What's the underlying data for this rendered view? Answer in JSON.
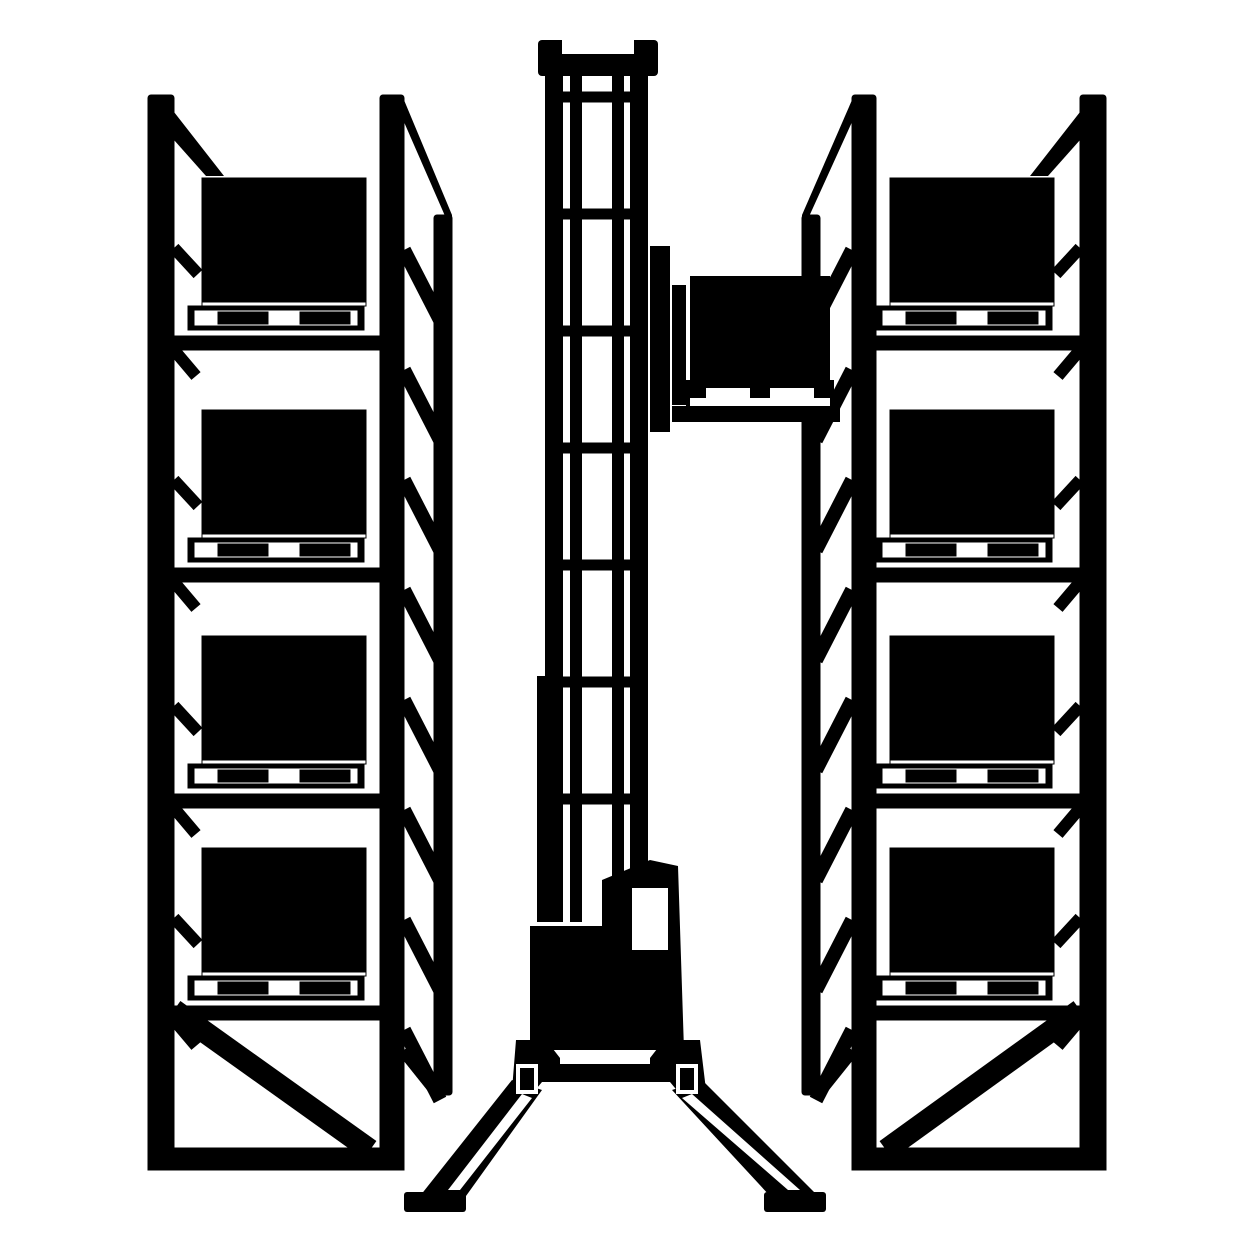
{
  "image": {
    "subject": "warehouse-rack-and-narrow-aisle-forklift-icon",
    "style": "black-silhouette-on-white"
  },
  "colors": {
    "ink": "#000000",
    "background": "#ffffff"
  },
  "left_rack": {
    "levels": 4,
    "pallets_per_level": 1,
    "pallet_slats_per_pallet": 2
  },
  "right_rack": {
    "levels": 4,
    "pallets_per_level": 1,
    "pallet_slats_per_pallet": 2
  },
  "forklift": {
    "mast_rungs": 7,
    "carried_load": "pallet-with-box"
  }
}
